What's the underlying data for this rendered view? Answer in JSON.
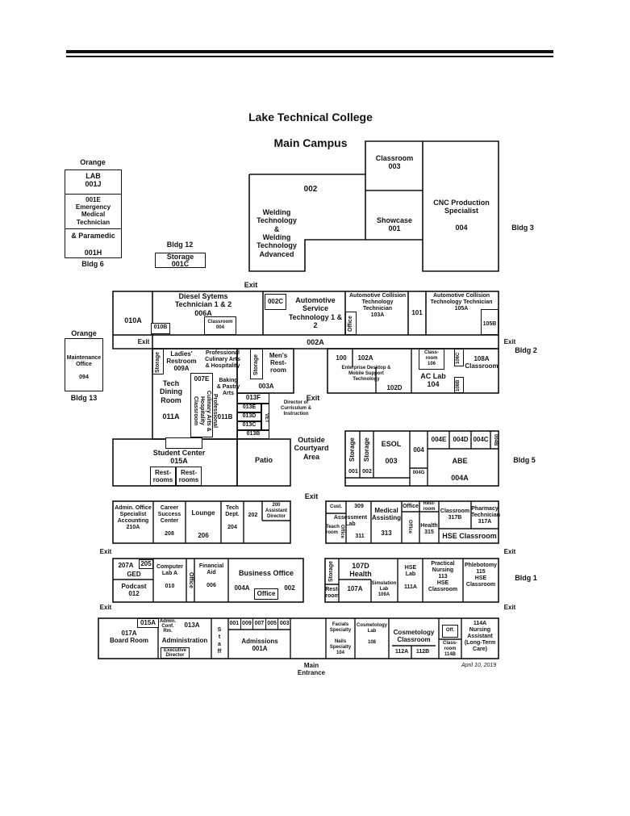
{
  "title": {
    "line1": "Lake Technical College",
    "line2": "Main Campus"
  },
  "date": "April 10, 2019",
  "buildings": {
    "b6": {
      "tag": "Orange",
      "name": "Bldg 6",
      "r001j": "LAB\n001J",
      "r001e": "001E\nEmergency\nMedical\nTechnician",
      "r001h": "& Paramedic\n\n001H"
    },
    "b12": {
      "name": "Bldg 12",
      "r001c": "Storage\n001C"
    },
    "b13": {
      "tag": "Orange",
      "name": "Bldg 13",
      "r094": "Maintenance\nOffice\n\n094"
    },
    "b3": {
      "name": "Bldg 3",
      "r002": "002",
      "welding": "Welding\nTechnology\n&\nWelding\nTechnology\nAdvanced",
      "r003": "Classroom\n003",
      "r001": "Showcase\n001",
      "r004": "CNC Production\nSpecialist\n\n004"
    },
    "b2": {
      "name": "Bldg 2",
      "r010a": "010A",
      "r010b": "010B",
      "r006a": "Diesel Sytems\nTechnician 1 & 2\n006A",
      "r004": "Classroom\n004",
      "r002c": "002C",
      "r002a": "Automotive\nService\nTechnology 1 & 2\n\n002A",
      "office": "Office",
      "r103a": "Automotive Collision\nTechnology Technician\n103A",
      "r101": "101",
      "r105a": "Automotive Collision\nTechnology Technician\n105A",
      "r105b": "105B",
      "storage": "Storage",
      "r009a": "Ladies'\nRestroom\n009A",
      "r007e": "007E",
      "culinary_v": "Professional\nCulinary Arts &\nHospitality\nClassroom",
      "culinary": "Professional\nCulinary Arts\n& Hospitality",
      "baking": "Baking\n& Pastry\nArts",
      "r011a": "Tech\nDining\nRoom\n\n011A",
      "r011b": "011B",
      "storage2": "Storage",
      "mens": "Men's\nRest-\nroom",
      "r003a": "003A",
      "r013f": "013F",
      "r013e": "013E",
      "r013d": "013D",
      "r013c": "013C",
      "r013b": "013B",
      "vet": "VET",
      "director": "Director of\nCurriculum & Instruction",
      "r100": "100",
      "r102a": "102A",
      "enterprise": "Enterprise Desktop &\nMobile Support\nTechnology",
      "r102d": "102D",
      "r106": "Class-\nroom\n106",
      "r106c": "106C",
      "r108b": "108B",
      "ac_lab": "AC Lab\n104",
      "r108a": "108A\nClassroom",
      "student_center": "Student Center\n015A",
      "restrooms1": "Rest-\nrooms",
      "restrooms2": "Rest-\nrooms",
      "patio": "Patio",
      "courtyard": "Outside\nCourtyard\nArea"
    },
    "b5": {
      "name": "Bldg 5",
      "storage1": "Storage",
      "storage2": "Storage",
      "esol": "ESOL\n\n003",
      "r001": "001",
      "r002": "002",
      "r004": "004",
      "r004g": "004G",
      "r004e": "004E",
      "r004d": "004D",
      "r004c": "004C",
      "r004b": "004B",
      "abe": "ABE\n\n004A"
    },
    "b1": {
      "name": "Bldg 1",
      "r210a": "Admin. Office\nSpecialist\nAccounting\n210A",
      "r208": "Career\nSuccess\nCenter\n\n208",
      "r206": "Lounge\n\n\n206",
      "r204": "Tech\nDept.\n\n204",
      "r202": "202",
      "r200": "200\nAssistant\nDirector",
      "cust": "Cust.",
      "r309": "309",
      "assess": "Assessment\nLab",
      "r311": "311",
      "teachroom": "Teach room",
      "office_v": "Office",
      "r313": "Medical\nAssisting\n\n313",
      "office2": "Office",
      "restroom_s": "Rest-\nroom",
      "office3": "Office",
      "r315": "Health\n315",
      "r317b": "Classroom\n317B",
      "r317a": "Pharmacy\nTechnician\n317A",
      "hse_class": "HSE Classroom",
      "r207a": "207A",
      "r205": "205",
      "ged": "GED",
      "podcast": "Podcast\n012",
      "r010": "Computer\nLab A\n\n010",
      "office_v2": "Office",
      "r006": "Financial\nAid\n\n006",
      "business": "Business Office",
      "r004a": "004A",
      "office4": "Office",
      "r002": "002",
      "storage_v": "Storage",
      "r107d": "107D\nHealth",
      "restroom2": "Rest-\nroom",
      "r107a": "107A",
      "sim": "Simulation\nLab\n109A",
      "r111a": "HSE\nLab\n\n111A",
      "r113": "Practical\nNursing\n113\nHSE\nClassroom",
      "phlebo": "Phlebotomy\n115\nHSE\nClassroom",
      "r015a": "015A",
      "admin_conf": "Admin.\nConf.\nRm.",
      "r013a": "013A",
      "r017a": "017A\nBoard Room",
      "admin": "Administration",
      "exec": "Executive\nDirector",
      "staff": "Staff",
      "adm_nums": [
        "001",
        "009",
        "007",
        "005",
        "003"
      ],
      "admissions": "Admissions\n001A",
      "facials": "Facials\nSpecialty",
      "nails": "Nails\nSpecialty\n104",
      "cos_lab": "Cosmetology\nLab\n\n108",
      "cosmetology": "Cosmetology\nClassroom",
      "r112a": "112A",
      "r112b": "112B",
      "off": "Off.",
      "r114b": "Class-\nroom\n114B",
      "r114a": "114A\nNursing\nAssistant\n(Long-Term\nCare)"
    },
    "exits": "Exit",
    "main_entrance": "Main\nEntrance"
  }
}
